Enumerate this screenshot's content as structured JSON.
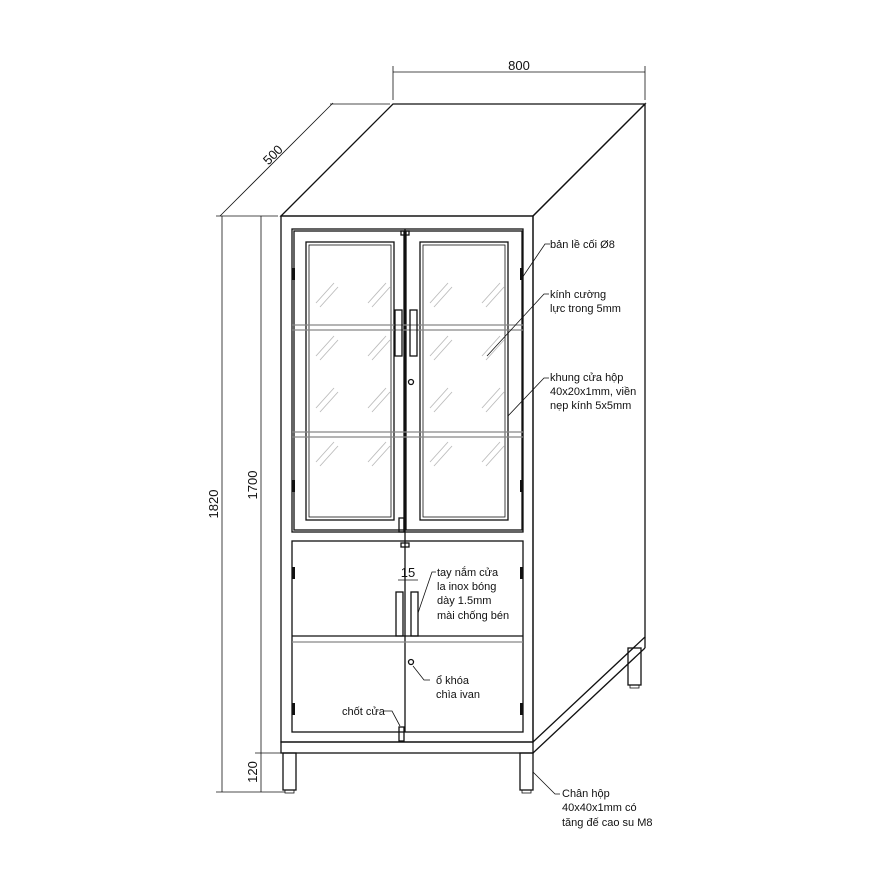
{
  "dimensions": {
    "width": "800",
    "depth": "500",
    "total_height": "1820",
    "body_height": "1700",
    "leg_height": "120",
    "handle_gap": "15"
  },
  "labels": {
    "hinge": [
      "bản lề cối Ø8"
    ],
    "glass": [
      "kính cường",
      "lực trong 5mm"
    ],
    "door_frame": [
      "khung cửa hộp",
      "40x20x1mm, viền",
      "nẹp kính 5x5mm"
    ],
    "handle": [
      "tay nắm cửa",
      "la inox bóng",
      "dày 1.5mm",
      "mài chống bén"
    ],
    "lock": [
      "ổ khóa",
      "chìa ivan"
    ],
    "latch": [
      "chốt cửa"
    ],
    "leg": [
      "Chân hộp",
      "40x40x1mm có",
      "tăng đế cao su M8"
    ]
  }
}
